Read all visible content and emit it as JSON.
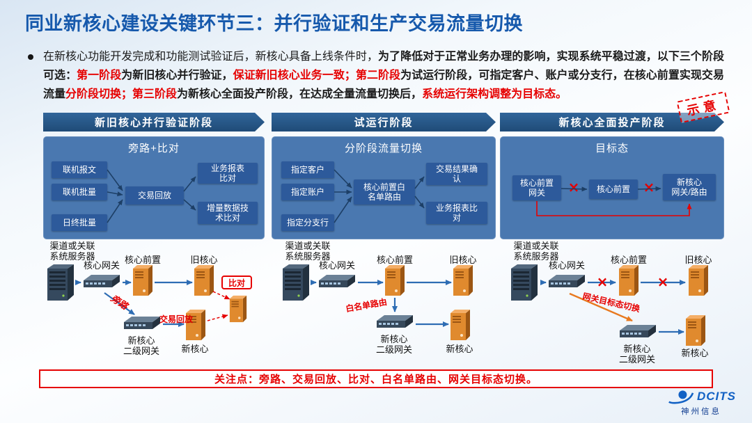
{
  "header": {
    "title": "同业新核心建设关键环节三：并行验证和生产交易流量切换"
  },
  "stamp": "示意",
  "intro": {
    "seg0": "在新核心功能开发完成和功能测试验证后，新核心具备上线条件时，",
    "seg1": "为了降低对于正常业务办理的影响，实现系统平稳过渡，以下三个阶段可选：",
    "seg2": "第一阶段",
    "seg3": "为新旧核心并行验证，",
    "seg4": "保证新旧核心业务一致；",
    "seg5": "第二阶段",
    "seg6": "为试运行阶段，可指定客户、账户或分支行，在核心前置实现交易流量",
    "seg7": "分阶段切换；",
    "seg8": "第三阶段",
    "seg9": "为新核心全面投产阶段，在达成全量流量切换后，",
    "seg10": "系统运行架构调整为目标态。"
  },
  "phases": [
    {
      "label": "新旧核心并行验证阶段"
    },
    {
      "label": "试运行阶段"
    },
    {
      "label": "新核心全面投产阶段"
    }
  ],
  "panel1": {
    "title": "旁路+比对",
    "boxes": {
      "msg": "联机报文",
      "batch": "联机批量",
      "eod": "日终批量",
      "replay": "交易回放",
      "report": "业务报表\n比对",
      "incr": "增量数据技\n术比对"
    }
  },
  "panel2": {
    "title": "分阶段流量切换",
    "boxes": {
      "cust": "指定客户",
      "acct": "指定账户",
      "branch": "指定分支行",
      "route": "核心前置白\n名单路由",
      "confirm": "交易结果确\n认",
      "report": "业务报表比\n对"
    }
  },
  "panel3": {
    "title": "目标态",
    "boxes": {
      "gw": "核心前置\n网关",
      "front": "核心前置",
      "newgw": "新核心\n网关/路由"
    },
    "cross": "×"
  },
  "hw1": {
    "channel": "渠道或关联\n系统服务器",
    "gateway": "核心网关",
    "front": "核心前置",
    "old": "旧核心",
    "bypass": "旁路",
    "gateway2": "新核心\n二级网关",
    "replay": "交易回放",
    "new": "新核心",
    "compare": "比对"
  },
  "hw2": {
    "channel": "渠道或关联\n系统服务器",
    "gateway": "核心网关",
    "front": "核心前置",
    "old": "旧核心",
    "whitelist": "白名单路由",
    "gateway2": "新核心\n二级网关",
    "new": "新核心"
  },
  "hw3": {
    "channel": "渠道或关联\n系统服务器",
    "gateway": "核心网关",
    "front": "核心前置",
    "old": "旧核心",
    "switchover": "网关目标态切换",
    "gateway2": "新核心\n二级网关",
    "new": "新核心",
    "cross": "×"
  },
  "footer": {
    "focus": "关注点：旁路、交易回放、比对、白名单路由、网关目标态切换。",
    "logo_brand": "DCITS",
    "logo_company": "神州信息"
  }
}
